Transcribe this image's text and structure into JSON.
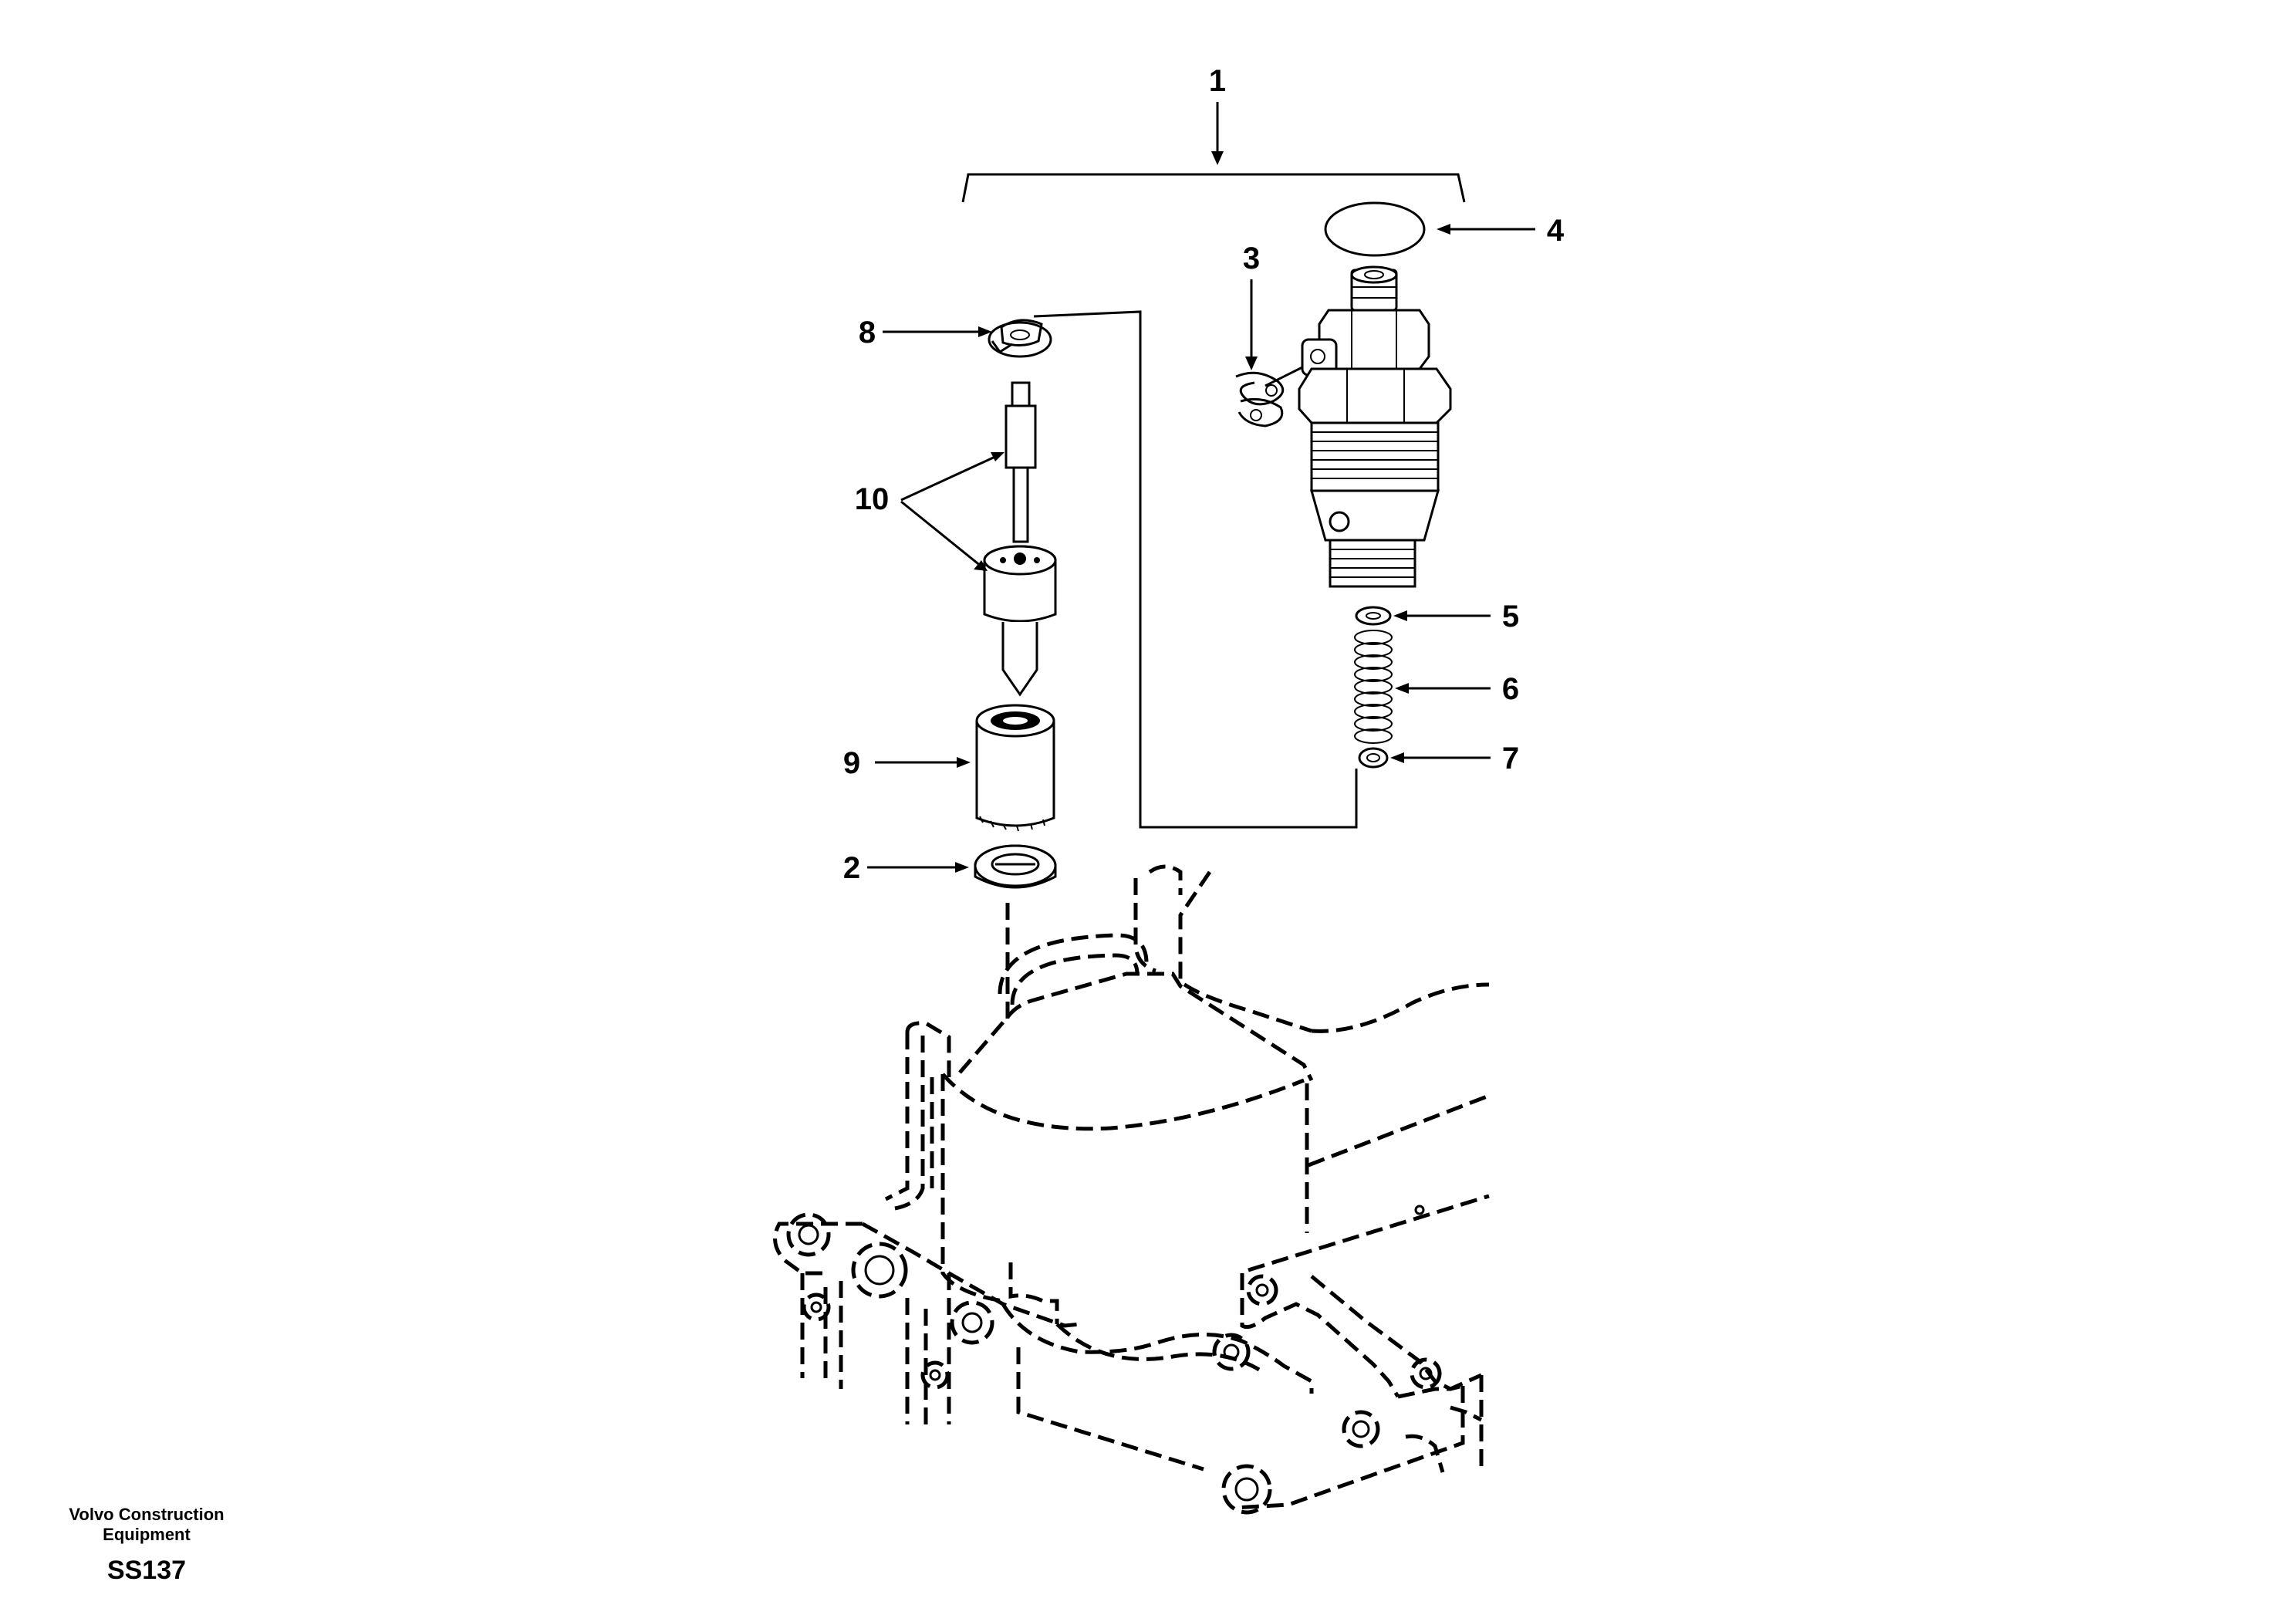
{
  "diagram": {
    "callouts": [
      {
        "id": "1",
        "label": "1"
      },
      {
        "id": "2",
        "label": "2"
      },
      {
        "id": "3",
        "label": "3"
      },
      {
        "id": "4",
        "label": "4"
      },
      {
        "id": "5",
        "label": "5"
      },
      {
        "id": "6",
        "label": "6"
      },
      {
        "id": "7",
        "label": "7"
      },
      {
        "id": "8",
        "label": "8"
      },
      {
        "id": "9",
        "label": "9"
      },
      {
        "id": "10",
        "label": "10"
      }
    ]
  },
  "footer": {
    "brand_line1": "Volvo Construction",
    "brand_line2": "Equipment",
    "code": "SS137"
  }
}
